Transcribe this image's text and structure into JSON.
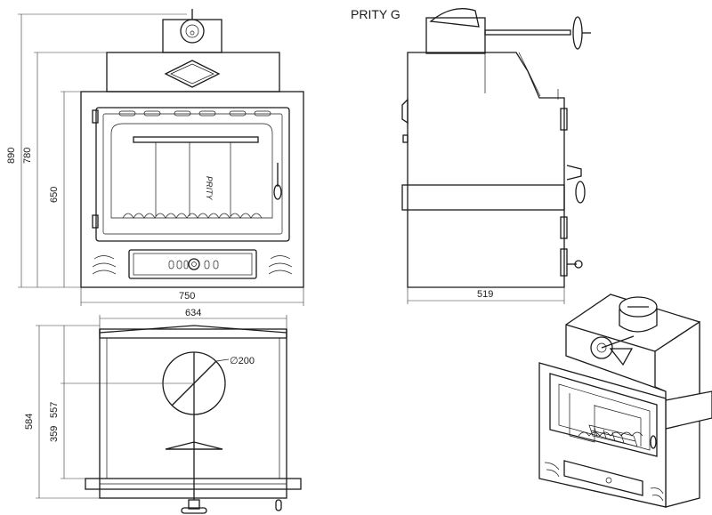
{
  "title": "PRITY G",
  "front_view": {
    "dim_total_height": "890",
    "dim_body_height": "780",
    "dim_door_height": "650",
    "dim_width": "750",
    "logo": "PRITY"
  },
  "side_view": {
    "dim_depth": "519"
  },
  "top_view": {
    "dim_width": "634",
    "dim_depth_total": "584",
    "dim_depth_body": "557",
    "dim_flue_offset": "359",
    "dim_flue_diameter": "∅200"
  },
  "colors": {
    "line": "#1a1a1a",
    "background": "#ffffff"
  }
}
